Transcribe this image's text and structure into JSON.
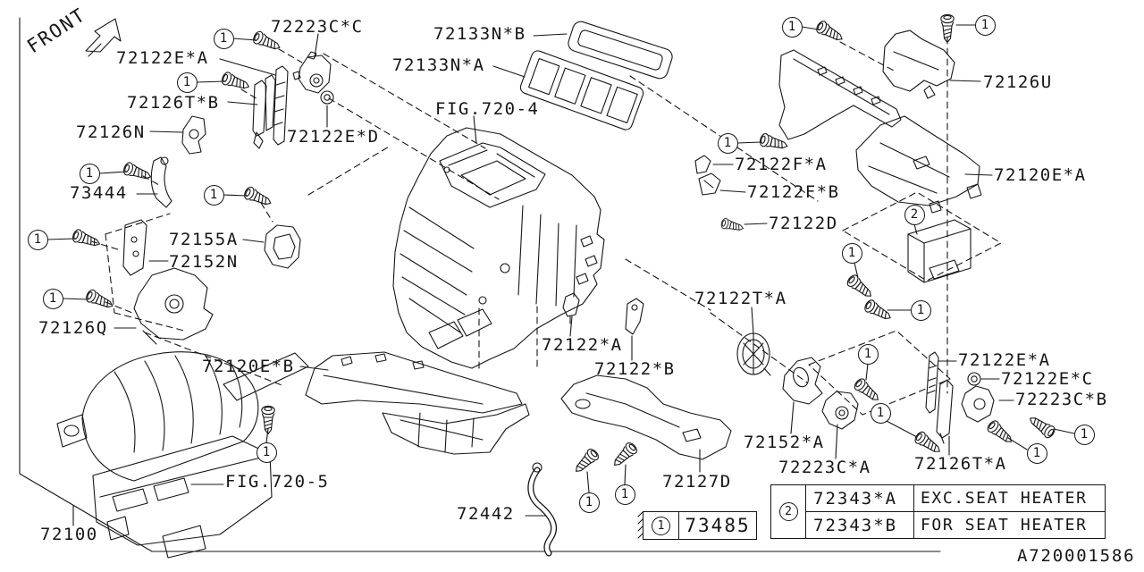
{
  "front_label": "FRONT",
  "diagram_code": "A720001586",
  "callouts": {
    "screw": "1",
    "module": "2"
  },
  "labels": [
    {
      "text": "72223C*C"
    },
    {
      "text": "72133N*B"
    },
    {
      "text": "72133N*A"
    },
    {
      "text": "FIG.720-4"
    },
    {
      "text": "72122E*A"
    },
    {
      "text": "72126T*B"
    },
    {
      "text": "72126N"
    },
    {
      "text": "72122E*D"
    },
    {
      "text": "73444"
    },
    {
      "text": "72155A"
    },
    {
      "text": "72152N"
    },
    {
      "text": "72126Q"
    },
    {
      "text": "72120E*B"
    },
    {
      "text": "FIG.720-5"
    },
    {
      "text": "72100"
    },
    {
      "text": "72442"
    },
    {
      "text": "72127D"
    },
    {
      "text": "72122*A"
    },
    {
      "text": "72122*B"
    },
    {
      "text": "72122T*A"
    },
    {
      "text": "72122F*A"
    },
    {
      "text": "72122F*B"
    },
    {
      "text": "72122D"
    },
    {
      "text": "72126U"
    },
    {
      "text": "72120E*A"
    },
    {
      "text": "72122E*A"
    },
    {
      "text": "72122E*C"
    },
    {
      "text": "72223C*B"
    },
    {
      "text": "72152*A"
    },
    {
      "text": "72223C*A"
    },
    {
      "text": "72126T*A"
    }
  ],
  "legend_screw": {
    "num": "1",
    "part": "73485"
  },
  "legend_module": {
    "num": "2",
    "rows": [
      {
        "part": "72343*A",
        "desc": "EXC.SEAT HEATER"
      },
      {
        "part": "72343*B",
        "desc": "FOR SEAT HEATER"
      }
    ]
  }
}
